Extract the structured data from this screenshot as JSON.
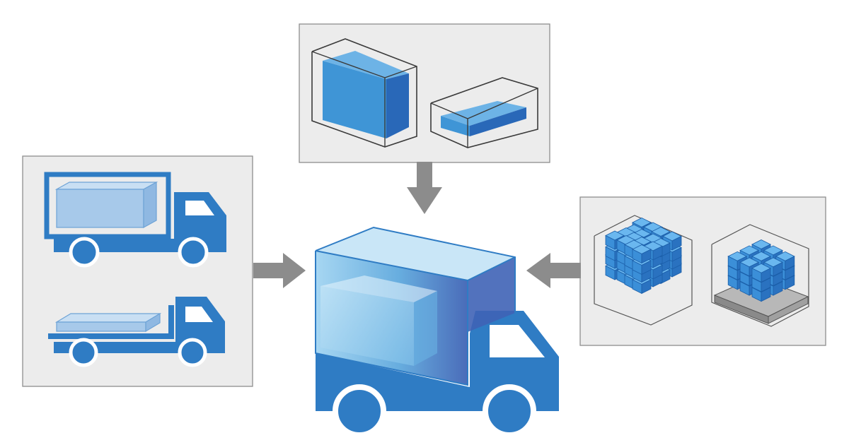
{
  "colors": {
    "background": "#ffffff",
    "panel_fill": "#ececec",
    "panel_border": "#8e8e8e",
    "truck_blue": "#2f7cc4",
    "cargo_blue": "#3d8fd2",
    "cargo_light": "#a7c9ea",
    "arrow_gray": "#8c8c8c",
    "outline_dark": "#3a3a3a"
  },
  "panels": {
    "top": {
      "icons": [
        "tall-box-in-container-icon",
        "flat-box-in-container-icon"
      ]
    },
    "left": {
      "icons": [
        "box-truck-icon",
        "flatbed-truck-icon"
      ]
    },
    "right": {
      "icons": [
        "loose-cubes-in-container-icon",
        "palletized-cubes-icon"
      ]
    }
  },
  "center": {
    "icon": "large-box-truck-with-cargo-icon"
  },
  "arrows": [
    "arrow-down-from-top",
    "arrow-right-from-left",
    "arrow-left-from-right"
  ]
}
